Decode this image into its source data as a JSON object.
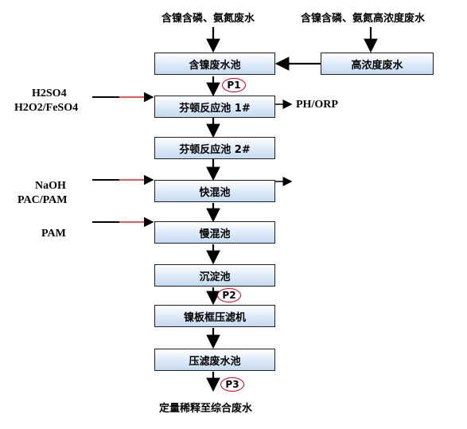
{
  "top": {
    "source_main": "含镍含磷、氨氮废水",
    "source_high": "含镍含磷、氨氮高浓度废水",
    "bottom_text": "定量稀释至综合废水"
  },
  "boxes": {
    "ni_pool": "含镍废水池",
    "high_conc": "高浓度废水",
    "fenton1": "芬顿反应池 1#",
    "fenton2": "芬顿反应池 2#",
    "fast_mix": "快混池",
    "slow_mix": "慢混池",
    "settling": "沉淀池",
    "filter_press": "镍板框压滤机",
    "filtrate_pool": "压滤废水池"
  },
  "reagents": {
    "h2so4": "H2SO4",
    "h2o2": "H2O2/FeSO4",
    "naoh": "NaOH",
    "pac": "PAC/PAM",
    "pam": "PAM"
  },
  "monitor": "PH/ORP",
  "points": [
    "P1",
    "P2",
    "P3"
  ],
  "colors": {
    "box_fill": "#c6daf0",
    "badge_border": "#d0021b",
    "reagent_line": "#e02020"
  }
}
